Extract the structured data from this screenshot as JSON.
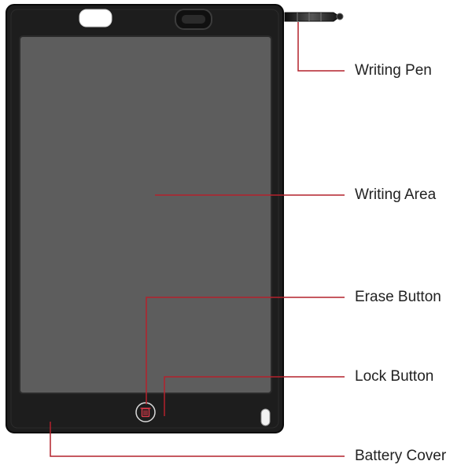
{
  "callouts": {
    "pen": "Writing Pen",
    "area": "Writing Area",
    "erase": "Erase Button",
    "lock": "Lock Button",
    "battery": "Battery Cover"
  },
  "colors": {
    "tablet_body": "#1d1d1d",
    "tablet_edge": "#0a0a0a",
    "screen": "#5d5d5d",
    "screen_border": "#2a2a2a",
    "leader_line": "#b3222c",
    "erase_icon": "#e23b4a"
  },
  "icons": [
    "trash-icon",
    "lock-switch-icon",
    "pen-icon"
  ]
}
